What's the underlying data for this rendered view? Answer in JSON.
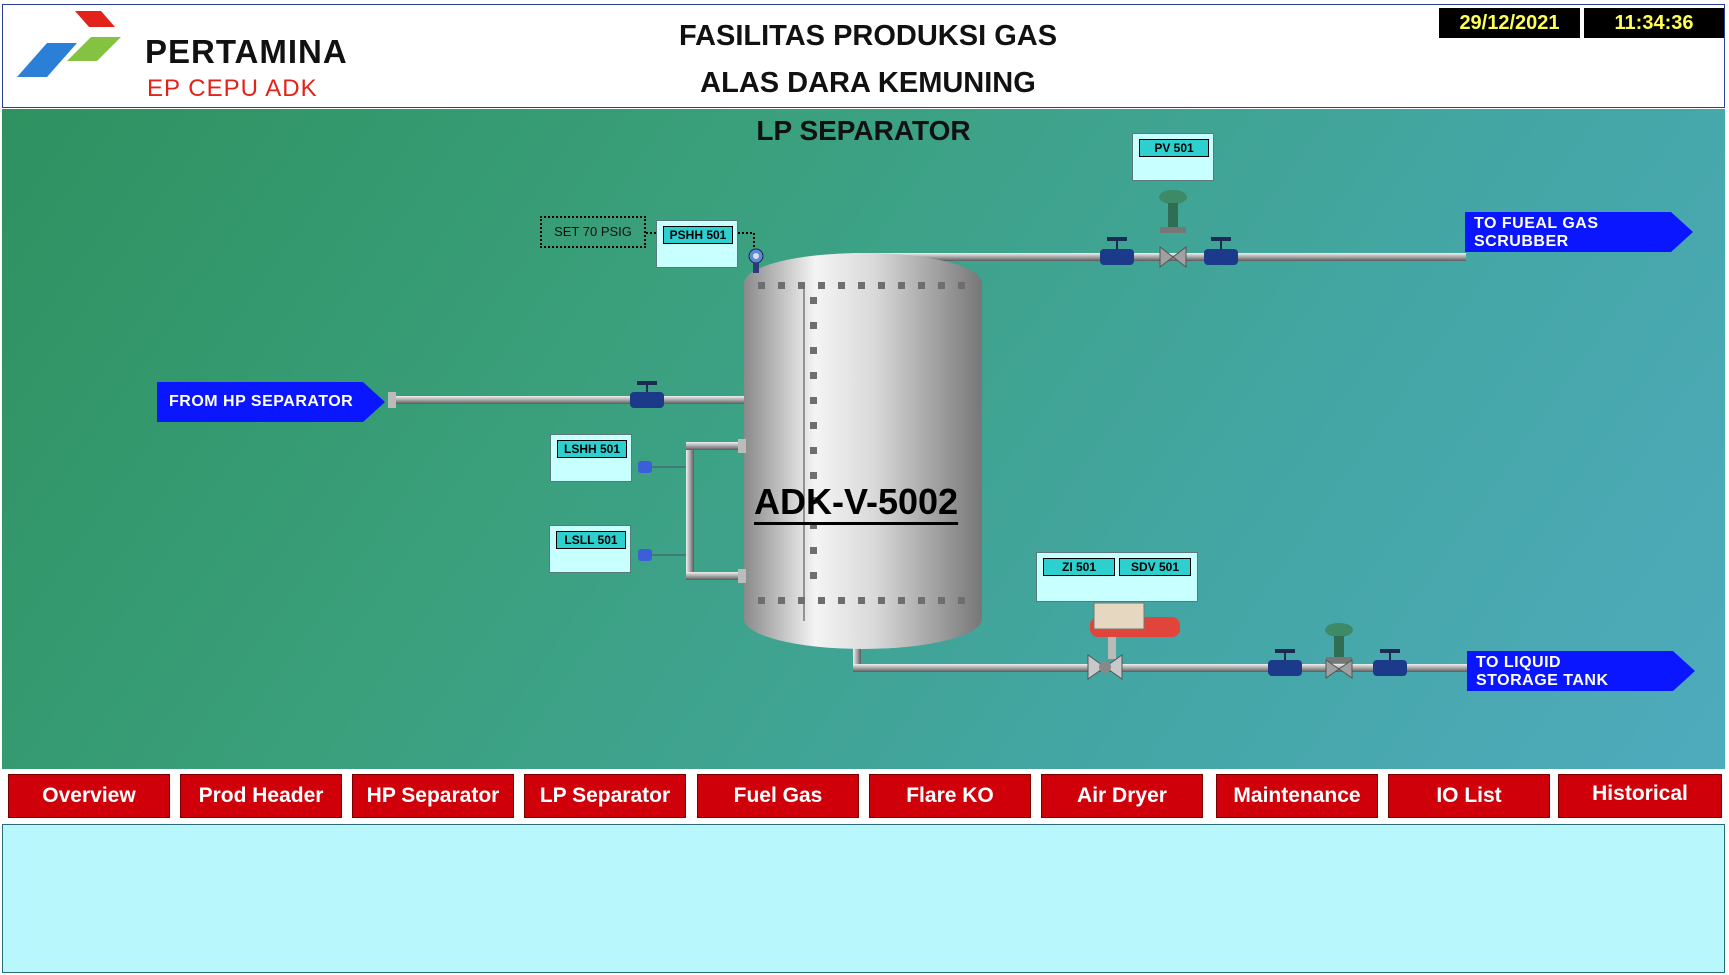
{
  "header": {
    "logo": {
      "name": "PERTAMINA",
      "subtitle": "EP CEPU ADK"
    },
    "title_line1": "FASILITAS PRODUKSI GAS",
    "title_line2": "ALAS DARA KEMUNING",
    "date": "29/12/2021",
    "time": "11:34:36"
  },
  "screen": {
    "title": "LP SEPARATOR",
    "vessel": "ADK-V-5002",
    "setpoint": "SET 70 PSIG",
    "tags": {
      "pv": "PV 501",
      "pshh": "PSHH 501",
      "lshh": "LSHH 501",
      "lsll": "LSLL 501",
      "zi": "ZI 501",
      "sdv": "SDV 501"
    },
    "streams": {
      "inlet": "FROM HP SEPARATOR",
      "gas_line1": "TO FUEAL GAS",
      "gas_line2": "SCRUBBER",
      "liquid_line1": "TO LIQUID",
      "liquid_line2": "STORAGE TANK"
    }
  },
  "nav": [
    {
      "label": "Overview"
    },
    {
      "label": "Prod Header"
    },
    {
      "label": "HP Separator"
    },
    {
      "label": "LP Separator"
    },
    {
      "label": "Fuel Gas"
    },
    {
      "label": "Flare KO"
    },
    {
      "label": "Air Dryer"
    },
    {
      "label": "Maintenance"
    },
    {
      "label": "IO List"
    },
    {
      "label": "Historical"
    }
  ],
  "colors": {
    "nav_button": "#d0000a",
    "stream_arrow": "#0a16ff",
    "tag_label": "#2ecfcf",
    "message_area": "#b8f7fb"
  },
  "icons": [
    "pertamina-logo",
    "ball-valve-icon",
    "control-valve-icon",
    "shutdown-valve-icon",
    "pressure-switch-icon",
    "level-switch-icon"
  ]
}
